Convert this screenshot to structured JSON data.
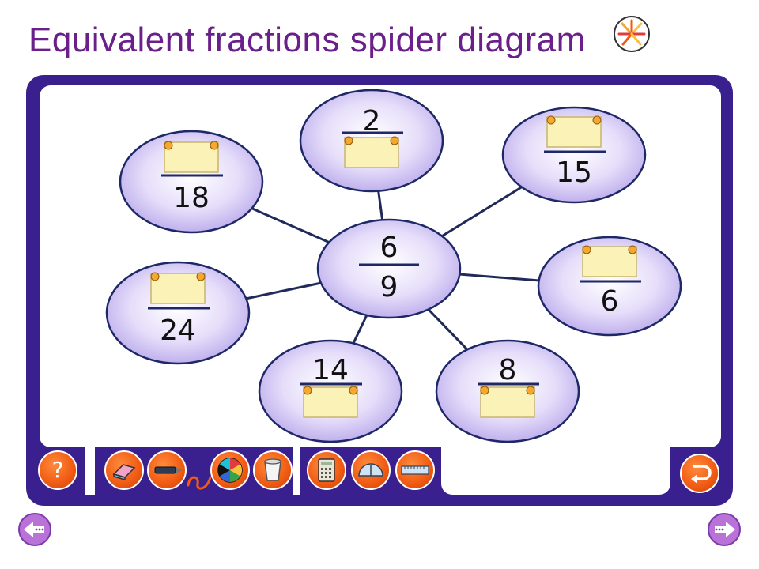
{
  "title": "Equivalent fractions spider diagram",
  "center_fraction": {
    "numerator": "6",
    "denominator": "9"
  },
  "outer_fractions": [
    {
      "id": "top",
      "numerator": "2",
      "denominator": ""
    },
    {
      "id": "top-right",
      "numerator": "",
      "denominator": "15"
    },
    {
      "id": "right",
      "numerator": "",
      "denominator": "6"
    },
    {
      "id": "bottom-right",
      "numerator": "8",
      "denominator": ""
    },
    {
      "id": "bottom",
      "numerator": "14",
      "denominator": ""
    },
    {
      "id": "left",
      "numerator": "",
      "denominator": "24"
    },
    {
      "id": "top-left",
      "numerator": "",
      "denominator": "18"
    }
  ],
  "toolbar": {
    "help_label": "?",
    "tools": [
      "eraser-icon",
      "pen-icon",
      "color-wheel-icon",
      "bin-icon",
      "calculator-icon",
      "protractor-icon",
      "ruler-icon"
    ],
    "undo": "undo-icon"
  },
  "colors": {
    "title": "#6a1f8a",
    "board": "#3a1f8f",
    "bubble": "#cfc3f2",
    "note": "#fbf2b8",
    "pin": "#f7a72b",
    "button": "#f05a12"
  }
}
